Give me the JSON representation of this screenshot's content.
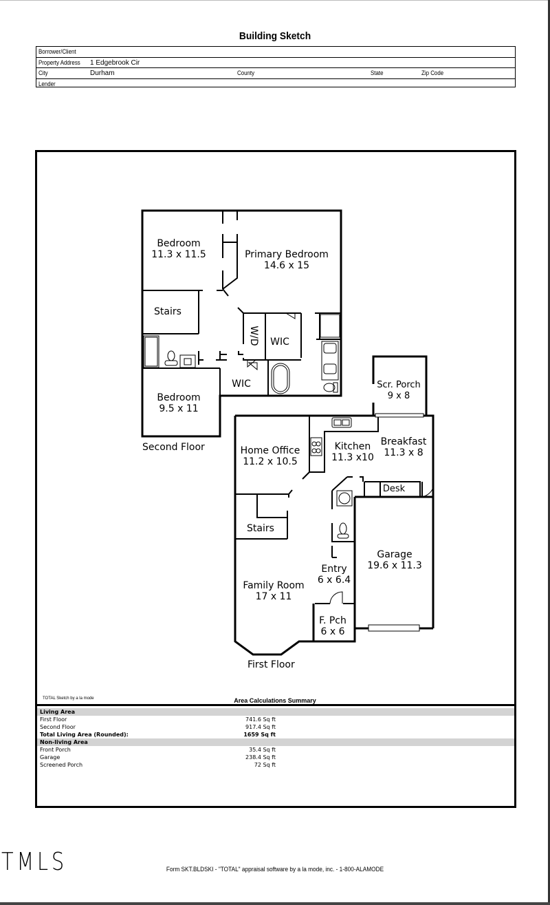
{
  "document": {
    "title": "Building Sketch",
    "header": {
      "borrower_label": "Borrower/Client",
      "borrower_value": "",
      "address_label": "Property Address",
      "address_value": "1 Edgebrook Cir",
      "city_label": "City",
      "city_value": "Durham",
      "county_label": "County",
      "state_label": "State",
      "zip_label": "Zip Code",
      "lender_label": "Lender"
    }
  },
  "sketch": {
    "second_floor_label": "Second Floor",
    "first_floor_label": "First Floor",
    "rooms": {
      "bedroom1": {
        "name": "Bedroom",
        "dims": "11.3 x 11.5"
      },
      "primary": {
        "name": "Primary Bedroom",
        "dims": "14.6 x 15"
      },
      "stairs2": {
        "name": "Stairs"
      },
      "wd": {
        "name": "W/D"
      },
      "wic1": {
        "name": "WIC"
      },
      "wic2": {
        "name": "WIC"
      },
      "bedroom2": {
        "name": "Bedroom",
        "dims": "9.5 x 11"
      },
      "scr_porch": {
        "name": "Scr. Porch",
        "dims": "9 x 8"
      },
      "home_office": {
        "name": "Home Office",
        "dims": "11.2 x 10.5"
      },
      "kitchen": {
        "name": "Kitchen",
        "dims": "11.3 x10"
      },
      "breakfast": {
        "name": "Breakfast",
        "dims": "11.3 x 8"
      },
      "desk": {
        "name": "Desk"
      },
      "stairs1": {
        "name": "Stairs"
      },
      "garage": {
        "name": "Garage",
        "dims": "19.6 x 11.3"
      },
      "entry": {
        "name": "Entry",
        "dims": "6 x 6.4"
      },
      "family_room": {
        "name": "Family Room",
        "dims": "17 x 11"
      },
      "front_porch": {
        "name": "F. Pch",
        "dims": "6 x 6"
      }
    }
  },
  "summary": {
    "credit": "TOTAL Sketch by a la mode",
    "title": "Area Calculations Summary",
    "living_heading": "Living Area",
    "living": [
      {
        "label": "First Floor",
        "value": "741.6 Sq ft"
      },
      {
        "label": "Second Floor",
        "value": "917.4 Sq ft"
      }
    ],
    "total_label": "Total Living Area (Rounded):",
    "total_value": "1659 Sq ft",
    "nonliving_heading": "Non-living Area",
    "nonliving": [
      {
        "label": "Front Porch",
        "value": "35.4 Sq ft"
      },
      {
        "label": "Garage",
        "value": "238.4 Sq ft"
      },
      {
        "label": "Screened Porch",
        "value": "72 Sq ft"
      }
    ]
  },
  "footer": {
    "logo": "TMLS",
    "text": "Form SKT.BLDSKI - \"TOTAL\" appraisal software by a la mode, inc. - 1-800-ALAMODE"
  }
}
